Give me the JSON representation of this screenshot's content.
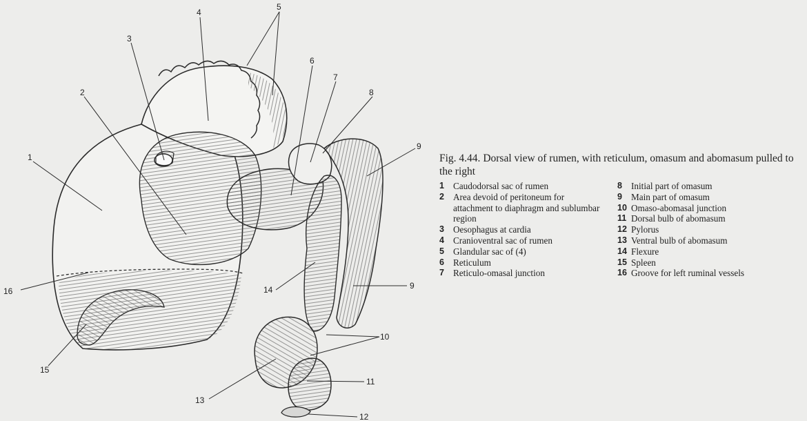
{
  "caption": {
    "figure_number": "Fig. 4.44.",
    "text": "Dorsal view of rumen, with reticulum, omasum and abomasum pulled to the right"
  },
  "legend": [
    {
      "num": "1",
      "text": "Caudodorsal sac of rumen"
    },
    {
      "num": "2",
      "text": "Area devoid of peritoneum for attachment to diaphragm and sublumbar region"
    },
    {
      "num": "3",
      "text": "Oesophagus at cardia"
    },
    {
      "num": "4",
      "text": "Cranioventral sac of rumen"
    },
    {
      "num": "5",
      "text": "Glandular sac of (4)"
    },
    {
      "num": "6",
      "text": "Reticulum"
    },
    {
      "num": "7",
      "text": "Reticulo-omasal junction"
    },
    {
      "num": "8",
      "text": "Initial part of omasum"
    },
    {
      "num": "9",
      "text": "Main part of omasum"
    },
    {
      "num": "10",
      "text": "Omaso-abomasal junction"
    },
    {
      "num": "11",
      "text": "Dorsal bulb of abomasum"
    },
    {
      "num": "12",
      "text": "Pylorus"
    },
    {
      "num": "13",
      "text": "Ventral bulb of abomasum"
    },
    {
      "num": "14",
      "text": "Flexure"
    },
    {
      "num": "15",
      "text": "Spleen"
    },
    {
      "num": "16",
      "text": "Groove for left ruminal vessels"
    }
  ],
  "figure_labels": {
    "l1": "1",
    "l2": "2",
    "l3": "3",
    "l4": "4",
    "l5": "5",
    "l6": "6",
    "l7": "7",
    "l8": "8",
    "l9a": "9",
    "l9b": "9",
    "l10": "10",
    "l11": "11",
    "l12": "12",
    "l13": "13",
    "l14": "14",
    "l15": "15",
    "l16": "16"
  }
}
